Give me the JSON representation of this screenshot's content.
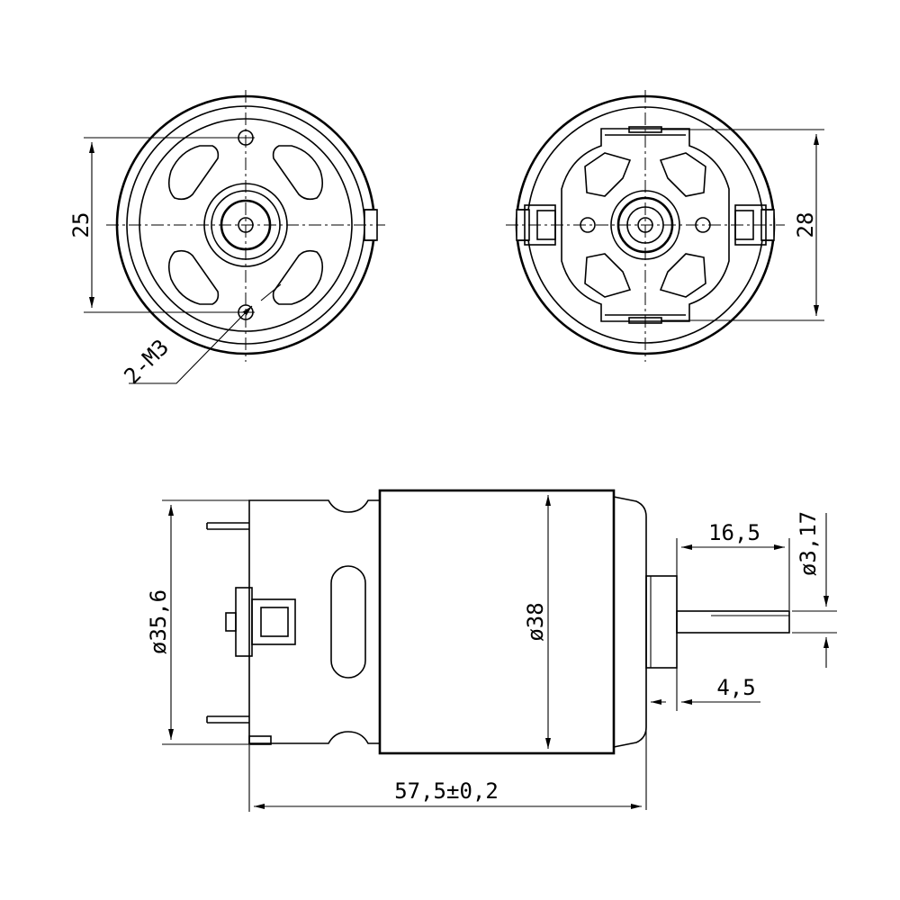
{
  "dimensions": {
    "front_hole_spacing": "25",
    "mount_holes": "2-M3",
    "rear_terminal_spacing": "28",
    "body_diameter_rear": "ø35,6",
    "body_diameter": "ø38",
    "shaft_length": "16,5",
    "shaft_diameter": "ø3,17",
    "boss_length": "4,5",
    "overall_length": "57,5±0,2"
  }
}
